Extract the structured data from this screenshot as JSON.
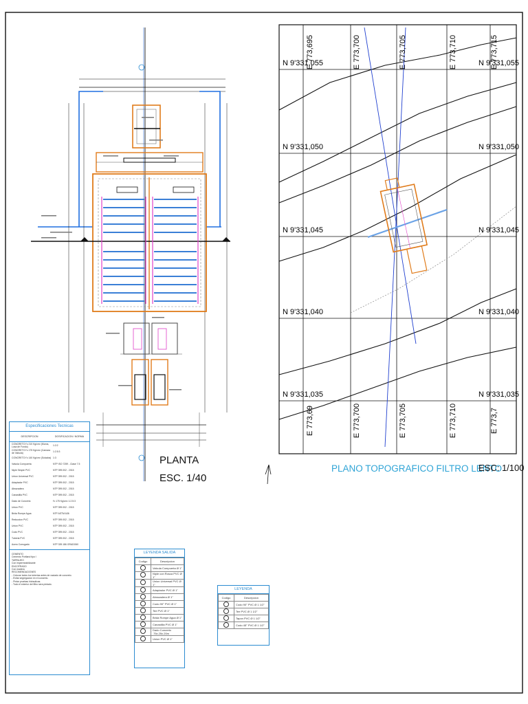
{
  "planta": {
    "title": "PLANTA",
    "scale": "ESC. 1/40"
  },
  "topo": {
    "title": "PLANO TOPOGRAFICO FILTRO LENTO",
    "scale": "ESC: 1/100",
    "northings": [
      "N 9'331,055",
      "N 9'331,050",
      "N 9'331,045",
      "N 9'331,040",
      "N 9'331,035"
    ],
    "eastings_top": [
      "E 773,695",
      "E 773,700",
      "E 773,705",
      "E 773,710",
      "E 773,715"
    ],
    "eastings_bottom": [
      "E 773,69",
      "E 773,700",
      "E 773,705",
      "E 773,710",
      "E 773,7"
    ]
  },
  "specs": {
    "title": "Especificaciones Tecnicas",
    "col1": "DESCRIPCION",
    "col2": "DOSIFICACION / NORMA",
    "rows": [
      {
        "a": "CONCRETO f'c 210 Kg/cm² (Muros, Losa de Fondo)",
        "b": "1:2:2"
      },
      {
        "a": "CONCRETO f'c 175 Kg/cm² (Camara de Valvula)",
        "b": "1:2.5:3"
      },
      {
        "a": "CONCRETO f'c 140 Kg/cm² (Solados)",
        "b": "1:3"
      },
      {
        "a": "Valvula Compuerta",
        "b": "NTP ISO 7259 - Clase 7.5"
      },
      {
        "a": "Niple Simple PVC",
        "b": "NTP 399.002 - 2015"
      },
      {
        "a": "Union Universal PVC",
        "b": "NTP 399.002 - 2015"
      },
      {
        "a": "Adaptador PVC",
        "b": "NTP 399.002 - 2015"
      },
      {
        "a": "Abrazadera",
        "b": "NTP 399.002 - 2015"
      },
      {
        "a": "Canastilla PVC",
        "b": "NTP 399.002 - 2015"
      },
      {
        "a": "Dado de Concreto",
        "b": "f'c 175 Kg/cm²  1:2.5:3"
      },
      {
        "a": "Union PVC",
        "b": "NTP 399.002 - 2015"
      },
      {
        "a": "Brida Rompe Agua",
        "b": "NTP ASTM A36"
      },
      {
        "a": "Reduccion PVC",
        "b": "NTP 399.002 - 2015"
      },
      {
        "a": "Union PVC",
        "b": "NTP 399.002 - 2015"
      },
      {
        "a": "Codo PVC",
        "b": "NTP 399.002 - 2015"
      },
      {
        "a": "Tuberia PVC",
        "b": "NTP 399.002 - 2015"
      },
      {
        "a": "Acero Corrugado",
        "b": "NTP 339.186 GRADO60"
      }
    ],
    "notes": [
      "CEMENTO",
      "Cemento Portland tipo I",
      "TARRAJEO",
      "Con impermeabilizante",
      "ENCOFRADO",
      "Con madera",
      "RECOMENDACIONES",
      "- Colocar todos los tuberias antes de vaciado de concreto.",
      "- Evitar segregacion en el concreto.",
      "- Pintar pruebas hidraulicas.",
      "- Todo el exterior del filtro sera pintado."
    ]
  },
  "legend_salida": {
    "title": "LEYENDA SALIDA",
    "col1": "Codigo",
    "col2": "Descripcion",
    "rows": [
      "Valvula Compuerta Ø 1\"",
      "Niple con Rosca PVC Ø 1\"",
      "Union Universal PVC Ø 1\"",
      "Adaptador PVC Ø 1\"",
      "Abrazadera Ø 1\"",
      "Codo 90° PVC Ø 1\"",
      "Tee PVC Ø 1\"",
      "Brida Rompe Agua Ø 1\"",
      "Canastilla PVC Ø 1\"",
      "Dado Concreto .75x.25x.20m",
      "Union PVC Ø 1\""
    ]
  },
  "legend": {
    "title": "LEYENDA",
    "col1": "Codigo",
    "col2": "Descripcion",
    "rows": [
      "Codo 90° PVC Ø 1 1/2\"",
      "Tee PVC Ø 1 1/2\"",
      "Tapon PVC Ø 1 1/2\"",
      "Codo 45° PVC Ø 1 1/2\""
    ]
  }
}
